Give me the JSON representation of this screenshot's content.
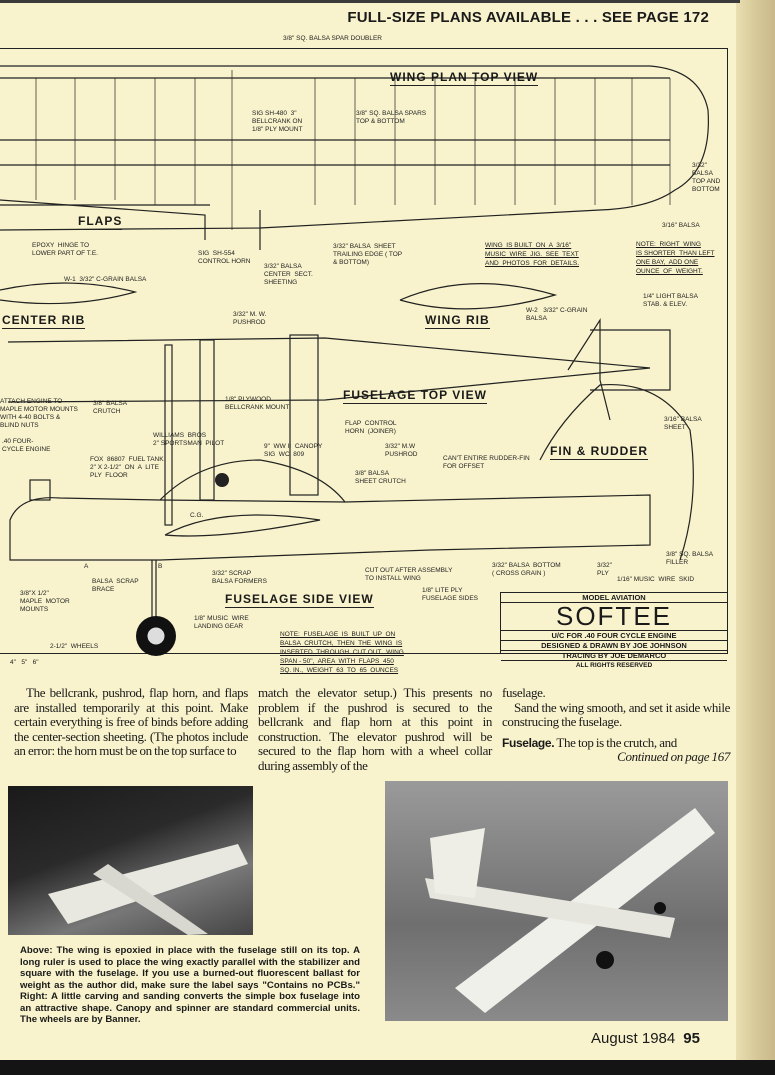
{
  "header": {
    "plans_available": "FULL-SIZE PLANS AVAILABLE . . . SEE PAGE 172"
  },
  "plan": {
    "views": {
      "wing_plan": "WING  PLAN  TOP  VIEW",
      "flaps": "FLAPS",
      "center_rib": "CENTER  RIB",
      "wing_rib": "WING  RIB",
      "fuselage_top": "FUSELAGE  TOP  VIEW",
      "fin_rudder": "FIN & RUDDER",
      "fuselage_side": "FUSELAGE  SIDE  VIEW"
    },
    "labels": {
      "spar_doubler": "3/8\" SQ. BALSA SPAR DOUBLER",
      "bellcrank": "SIG SH-480  3\"\nBELLCRANK ON\n1/8\" PLY MOUNT",
      "spars": "3/8\" SQ. BALSA SPARS\nTOP & BOTTOM",
      "tip_sheet": "3/32\"\nBALSA\nTOP AND\nBOTTOM",
      "tip_edge": "3/16\" BALSA",
      "epoxy_hinge": "EPOXY  HINGE TO\nLOWER PART OF T.E.",
      "control_horn": "SIG  SH-554\nCONTROL HORN",
      "center_sheeting": "3/32\" BALSA\nCENTER  SECT.\nSHEETING",
      "trailing_edge": "3/32\" BALSA  SHEET\nTRAILING EDGE ( TOP\n& BOTTOM)",
      "w1": "W-1  3/32\" C-GRAIN BALSA",
      "w2": "W-2   3/32\" C-GRAIN\nBALSA",
      "stab_elev": "1/4\" LIGHT BALSA\nSTAB. & ELEV.",
      "mw_pushrod_top": "3/32\" M. W.\nPUSHROD",
      "attach_engine": "ATTACH ENGINE TO\nMAPLE MOTOR MOUNTS\nWITH 4-40 BOLTS &\nBLIND NUTS",
      "crutch": "3/8\" BALSA\nCRUTCH",
      "plywood_mount": "1/8\" PLYWOOD\nBELLCRANK MOUNT",
      "flap_horn": "FLAP  CONTROL\nHORN  (JOINER)",
      "fin_sheet": "3/16\" BALSA\nSHEET",
      "four_cycle": ".40 FOUR-\nCYCLE ENGINE",
      "pilot": "WILLIAMS  BROS\n2\" SPORTSMAN  PILOT",
      "fuel_tank": "FOX  86807  FUEL TANK\n2\" x 2-1/2\"  ON  A  LITE\nPLY  FLOOR",
      "canopy": "9\"  WW II  CANOPY\nSIG  WC  809",
      "mw_pushrod_side": "3/32\" M.W\nPUSHROD",
      "cant_fin": "CAN'T ENTIRE RUDDER-FIN\nFOR OFFSET",
      "sheet_crutch": "3/8\" BALSA\nSHEET CRUTCH",
      "cg": "C.G.",
      "point_a": "A",
      "point_b": "B",
      "motor_mounts": "3/8\"x 1/2\"\nMAPLE  MOTOR\nMOUNTS",
      "scrap_brace": "BALSA  SCRAP\nBRACE",
      "formers": "3/32\" SCRAP\nBALSA FORMERS",
      "cut_out": "CUT OUT AFTER ASSEMBLY\nTO INSTALL WING",
      "fuselage_sides": "1/8\" LITE PLY\nFUSELAGE SIDES",
      "balsa_bottom": "3/32\" BALSA  BOTTOM\n( CROSS GRAIN )",
      "ply": "3/32\"\nPLY",
      "skid": "1/16\" MUSIC  WIRE  SKID",
      "filler": "3/8\" SQ. BALSA\nFILLER",
      "landing_gear": "1/8\" MUSIC  WIRE\nLANDING GEAR",
      "wheels": "2-1/2\"  WHEELS",
      "scale": "4\"   5\"   6\""
    },
    "notes": {
      "jig": "WING  IS BUILT  ON  A  3/16\"\nMUSIC  WIRE  JIG.  SEE  TEXT\nAND  PHOTOS  FOR  DETAILS.",
      "right_wing": "NOTE:  RIGHT  WING\nIS SHORTER  THAN LEFT\nONE BAY,  ADD ONE\nOUNCE  OF  WEIGHT.",
      "fuselage": "NOTE:  FUSELAGE  IS  BUILT  UP  ON\nBALSA  CRUTCH,  THEN  THE  WING  IS\nINSERTED  THROUGH  CUT OUT.  WING\nSPAN - 50\",  AREA  WITH  FLAPS  450\nSQ. IN.,  WEIGHT  63  TO  65  OUNCES"
    },
    "title_block": {
      "publisher": "MODEL AVIATION",
      "name": "SOFTEE",
      "engine": "U/C  FOR  .40  FOUR  CYCLE  ENGINE",
      "designer": "DESIGNED  &  DRAWN  BY  JOE  JOHNSON",
      "tracing": "TRACING  BY  JOE DEMARCO",
      "rights": "ALL  RIGHTS  RESERVED"
    }
  },
  "article": {
    "col1": "The bellcrank, pushrod, flap horn, and flaps are installed temporarily at this point. Make certain everything is free of binds before adding the center-section sheeting. (The photos include an error: the horn must be on the top surface to",
    "col2": "match the elevator setup.) This presents no problem if the pushrod is secured to the bellcrank and flap horn at this point in construction. The elevator pushrod will be secured to the flap horn with a wheel collar during assembly of the",
    "col3a": "fuselage.",
    "col3b": "Sand the wing smooth, and set it aside while construcing the fuselage.",
    "col3c_head": "Fuselage.",
    "col3c": " The top is the crutch, and",
    "continued": "Continued on page 167"
  },
  "caption": "Above: The wing is epoxied in place with the fuselage still on its top. A long ruler is used to place the wing exactly parallel with the stabilizer and square with the fuselage. If you use a burned-out fluorescent ballast for weight as the author did, make sure the label says \"Contains no PCBs.\" Right: A little carving and sanding converts the simple box fuselage into an attractive shape. Canopy and spinner are standard commercial units. The wheels are by Banner.",
  "footer": {
    "date": "August 1984",
    "page": "95"
  }
}
